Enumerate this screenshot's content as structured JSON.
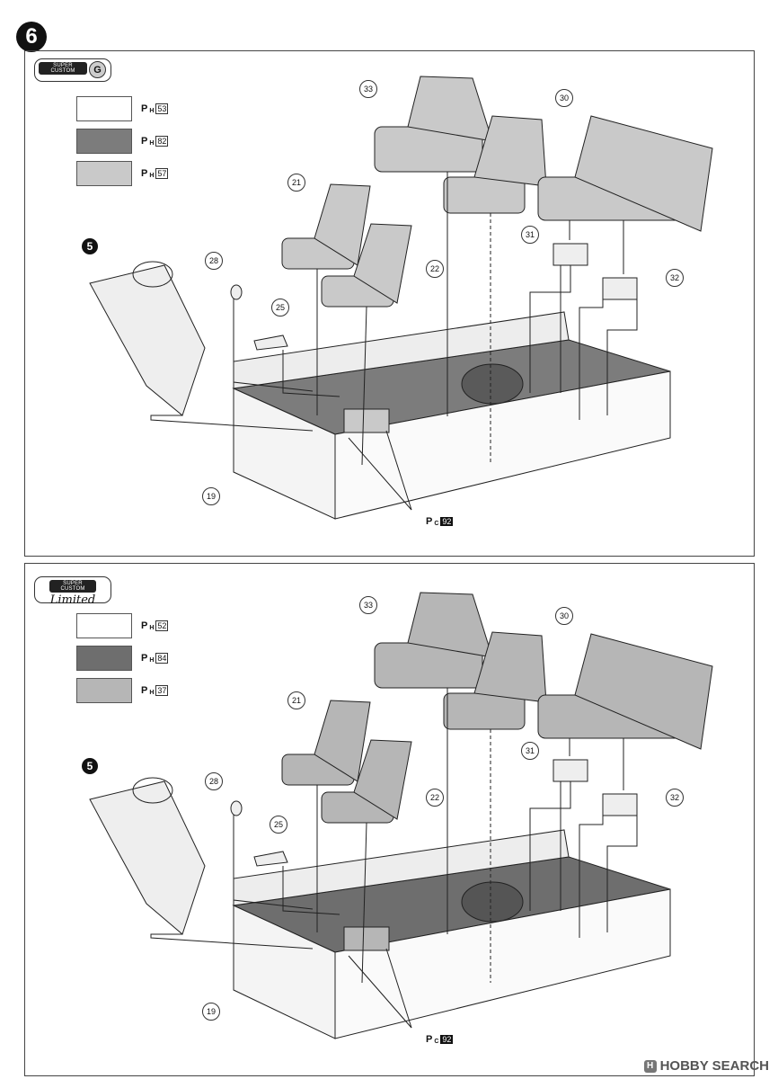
{
  "step_number": "6",
  "panels": [
    {
      "edition_brand": "SUPER CUSTOM",
      "edition_grade": "G",
      "paints": [
        {
          "letter": "P",
          "sub": "H",
          "code": "53",
          "color": "#ffffff"
        },
        {
          "letter": "P",
          "sub": "H",
          "code": "82",
          "color": "#7c7c7c"
        },
        {
          "letter": "P",
          "sub": "H",
          "code": "57",
          "color": "#c9c9c9"
        }
      ],
      "ref_step": "5",
      "parts": {
        "p33": "33",
        "p30": "30",
        "p21": "21",
        "p22": "22",
        "p31": "31",
        "p32": "32",
        "p28": "28",
        "p25": "25",
        "p19": "19"
      },
      "pc": {
        "letter": "P",
        "sub": "C",
        "code": "92"
      }
    },
    {
      "edition_brand": "SUPER CUSTOM",
      "edition_grade": "Limited",
      "paints": [
        {
          "letter": "P",
          "sub": "H",
          "code": "52",
          "color": "#ffffff"
        },
        {
          "letter": "P",
          "sub": "H",
          "code": "84",
          "color": "#6e6e6e"
        },
        {
          "letter": "P",
          "sub": "H",
          "code": "37",
          "color": "#b6b6b6"
        }
      ],
      "ref_step": "5",
      "parts": {
        "p33": "33",
        "p30": "30",
        "p21": "21",
        "p22": "22",
        "p31": "31",
        "p32": "32",
        "p28": "28",
        "p25": "25",
        "p19": "19"
      },
      "pc": {
        "letter": "P",
        "sub": "C",
        "code": "92"
      }
    }
  ],
  "watermark": {
    "logo": "H",
    "text": "HOBBY SEARCH"
  }
}
